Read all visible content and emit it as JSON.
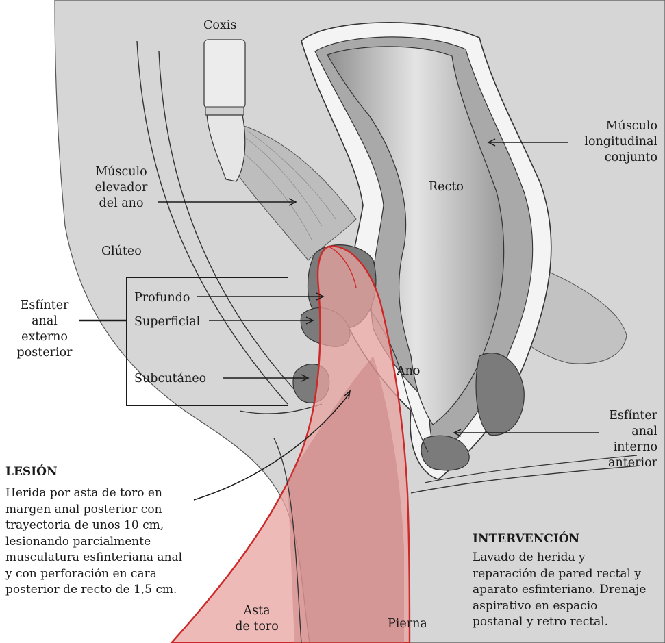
{
  "labels": {
    "coxis": "Coxis",
    "recto": "Recto",
    "gluteo": "Glúteo",
    "profundo": "Profundo",
    "superficial": "Superficial",
    "subcutaneo": "Subcutáneo",
    "ano": "Ano",
    "pierna": "Pierna",
    "elevador": [
      "Músculo",
      "elevador",
      "del ano"
    ],
    "longitudinal": [
      "Músculo",
      "longitudinal",
      "conjunto"
    ],
    "externo": [
      "Esfínter",
      "anal",
      "externo",
      "posterior"
    ],
    "interno": [
      "Esfínter",
      "anal",
      "interno",
      "anterior"
    ],
    "asta": [
      "Asta",
      "de toro"
    ]
  },
  "lesion": {
    "title": "LESIÓN",
    "lines": [
      "Herida por asta de toro en",
      "margen anal posterior con",
      "trayectoria de unos 10 cm,",
      "lesionando parcialmente",
      "musculatura esfinteriana anal",
      "y con perforación en cara",
      "posterior de recto de 1,5 cm."
    ]
  },
  "intervencion": {
    "title": "INTERVENCIÓN",
    "lines": [
      "Lavado de herida  y",
      "reparación de pared rectal y",
      "aparato esfinteriano. Drenaje",
      "aspirativo en espacio",
      "postanal y retro rectal."
    ]
  },
  "colors": {
    "body": "#d6d6d6",
    "muscle": "#b4b4b4",
    "dark_muscle": "#7b7b7b",
    "horn": "#e8a3a0",
    "horn_outline": "#cc2a2a"
  }
}
